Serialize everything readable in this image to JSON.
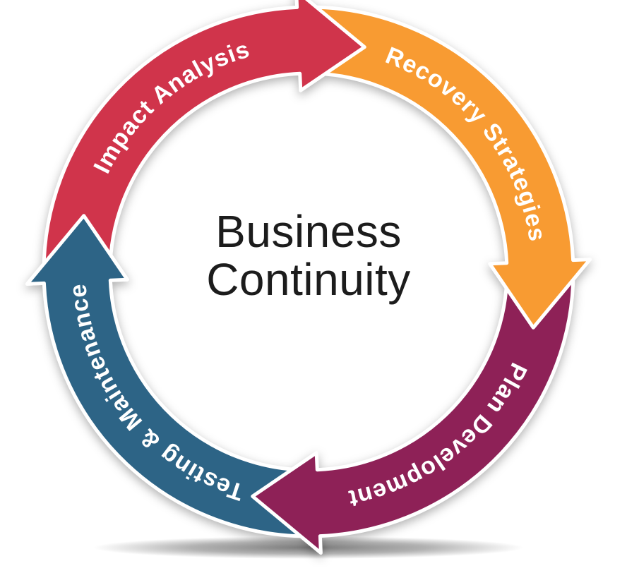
{
  "diagram": {
    "type": "cycle-diagram",
    "title_line1": "Business",
    "title_line2": "Continuity",
    "title_color": "#1c1c1c",
    "label_color": "#ffffff",
    "steps": [
      {
        "id": "impact-analysis",
        "label": "Impact Analysis",
        "color": "#d0344b"
      },
      {
        "id": "recovery-strategies",
        "label": "Recovery Strategies",
        "color": "#f89b32"
      },
      {
        "id": "plan-development",
        "label": "Plan Development",
        "color": "#8e2157"
      },
      {
        "id": "testing-maintenance",
        "label": "Testing & Maintenance",
        "color": "#2d6486"
      }
    ],
    "flow_direction": "clockwise"
  }
}
